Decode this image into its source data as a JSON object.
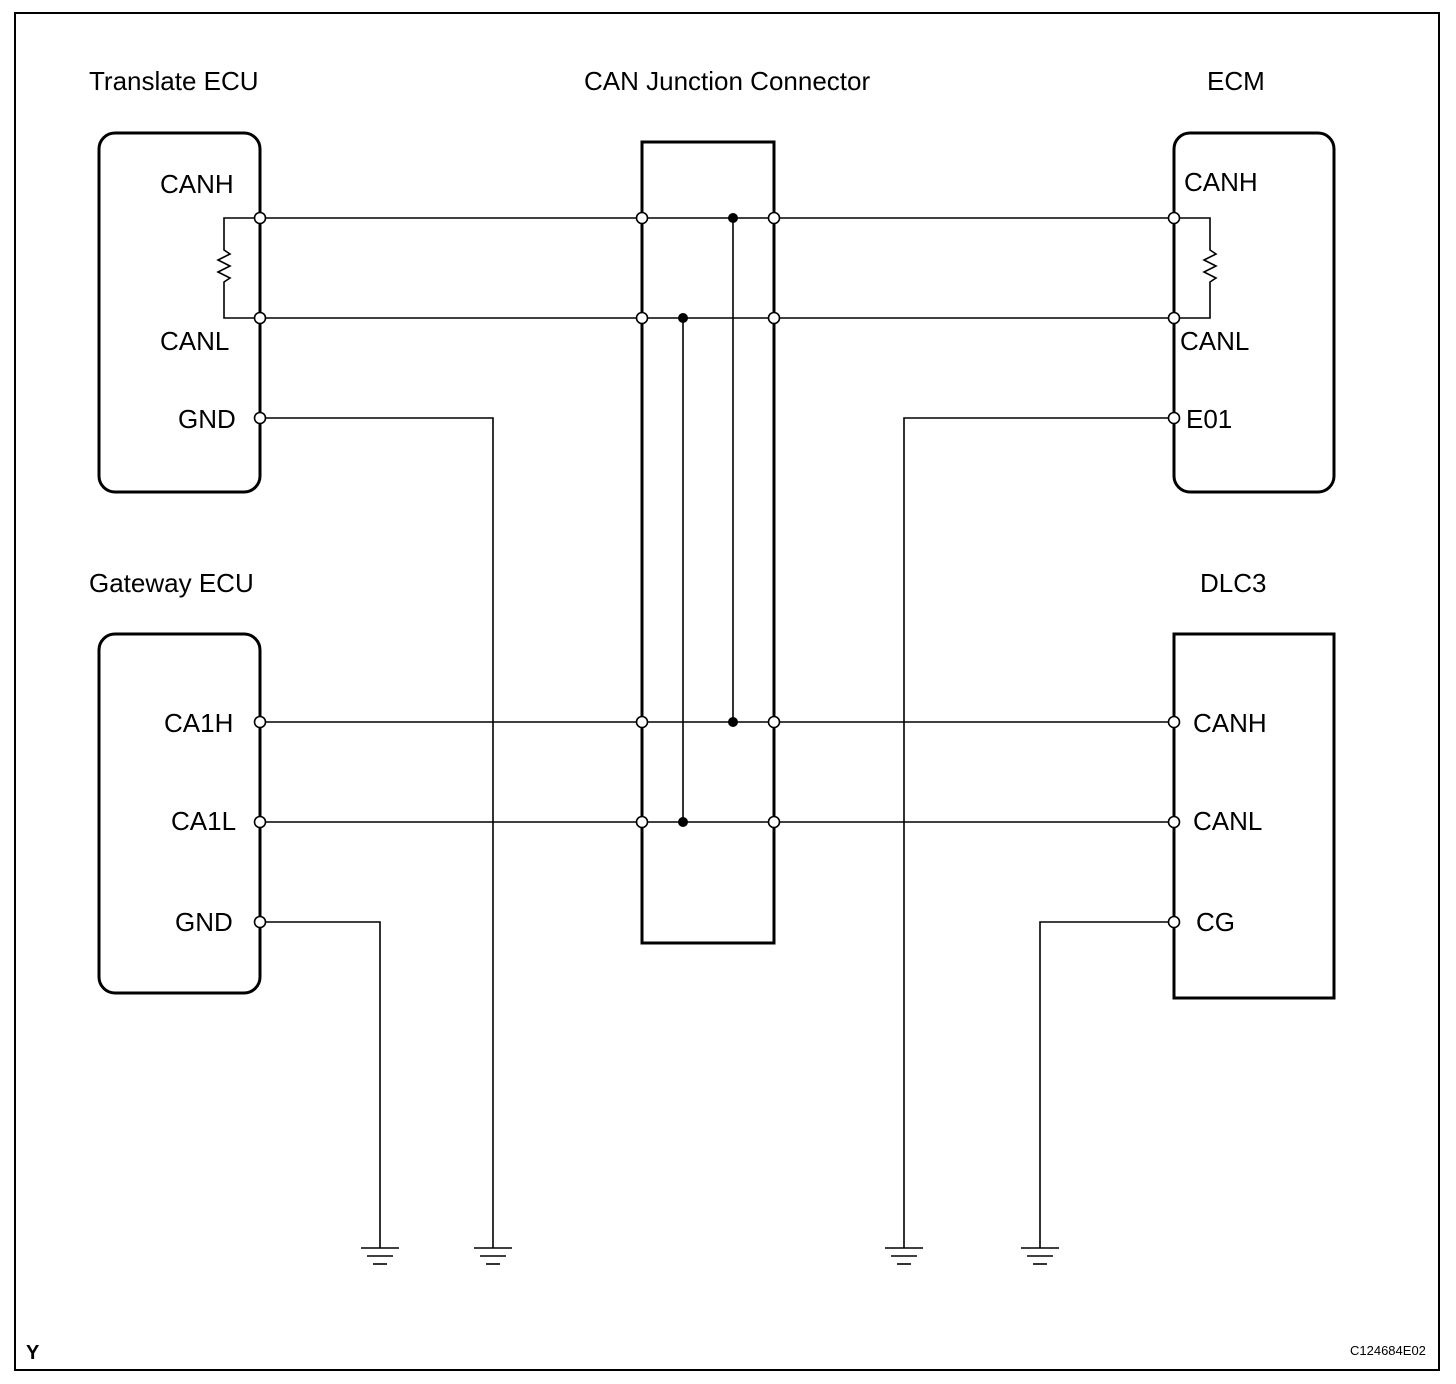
{
  "diagram": {
    "corner_letter": "Y",
    "figure_id": "C124684E02",
    "translate_ecu": {
      "title": "Translate ECU",
      "pins": {
        "canh": "CANH",
        "canl": "CANL",
        "gnd": "GND"
      }
    },
    "gateway_ecu": {
      "title": "Gateway ECU",
      "pins": {
        "ca1h": "CA1H",
        "ca1l": "CA1L",
        "gnd": "GND"
      }
    },
    "junction": {
      "title": "CAN Junction Connector"
    },
    "ecm": {
      "title": "ECM",
      "pins": {
        "canh": "CANH",
        "canl": "CANL",
        "e01": "E01"
      }
    },
    "dlc3": {
      "title": "DLC3",
      "pins": {
        "canh": "CANH",
        "canl": "CANL",
        "cg": "CG"
      }
    }
  }
}
